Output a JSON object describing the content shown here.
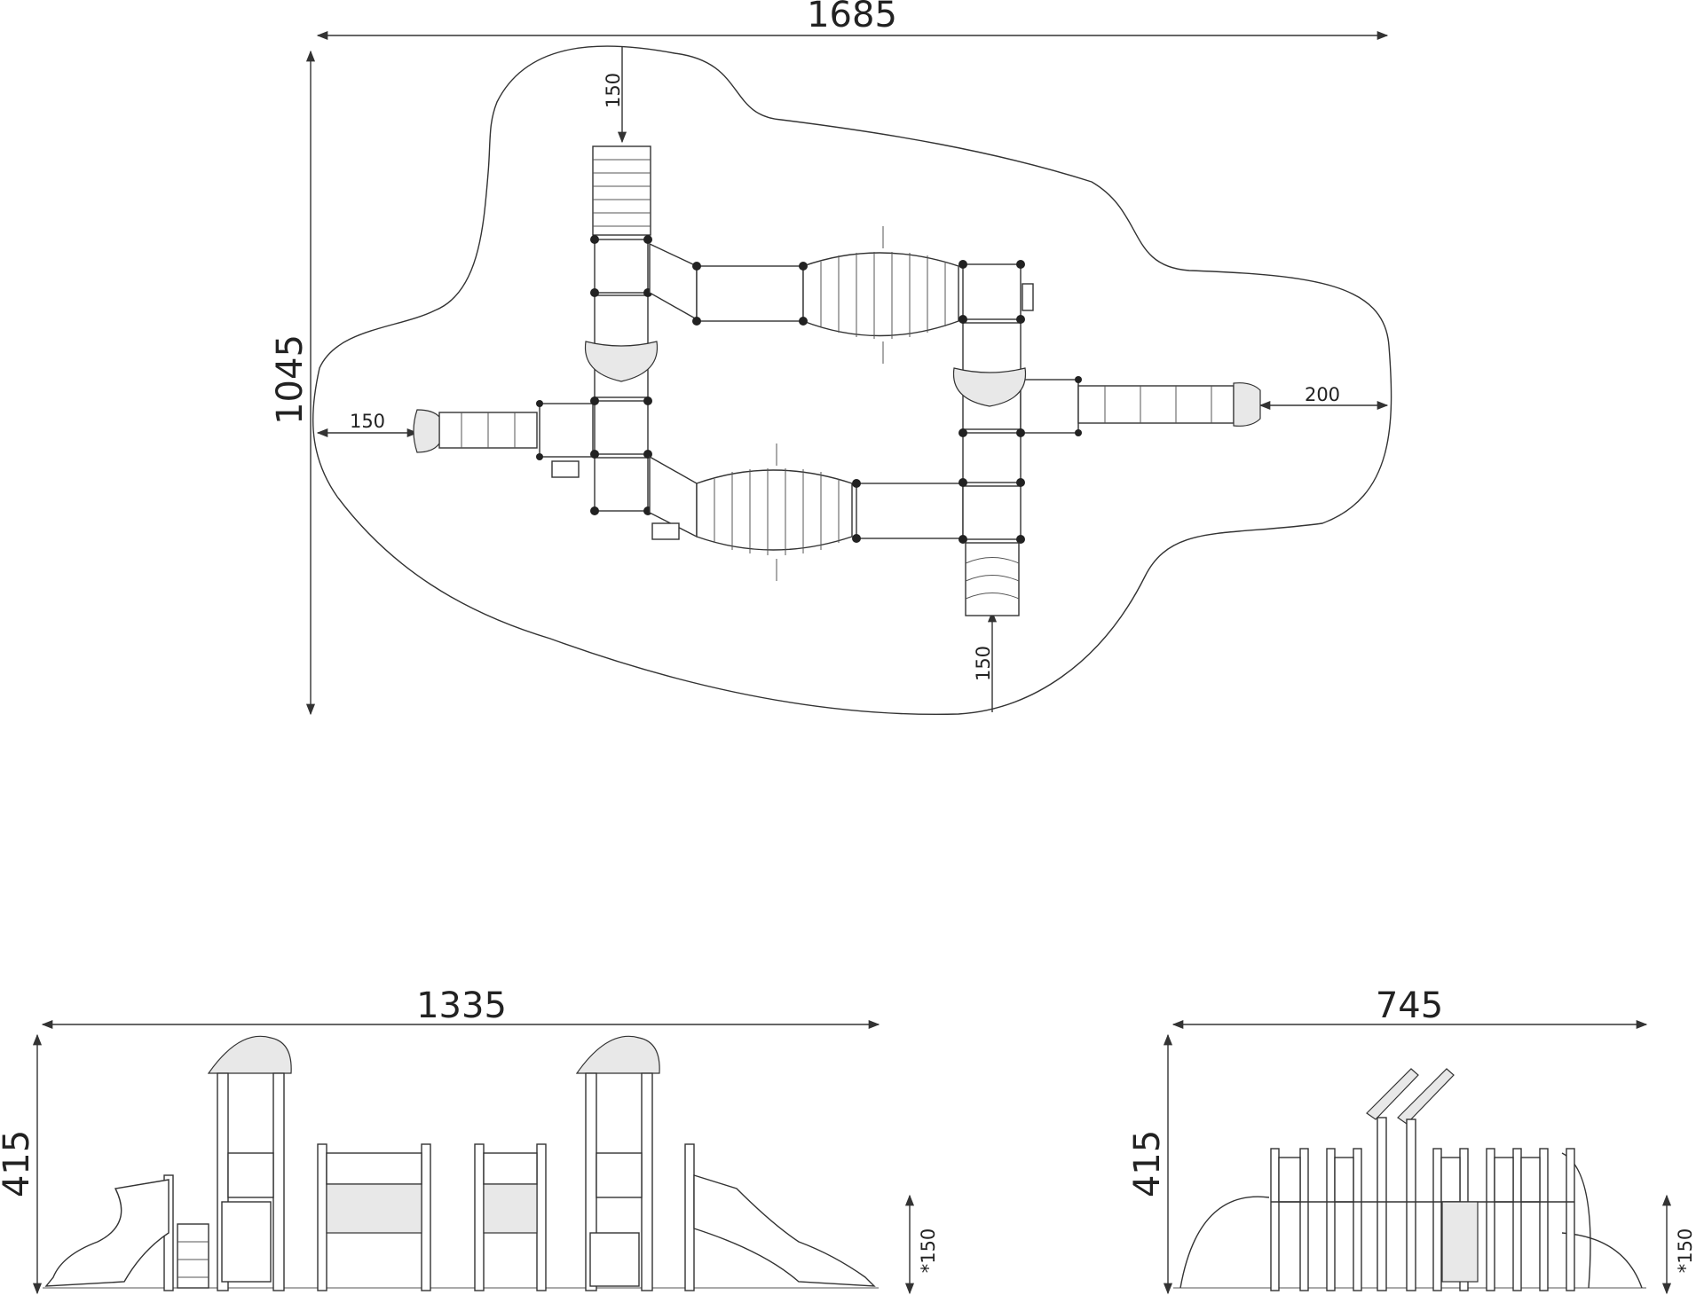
{
  "plan": {
    "width_label": "1685",
    "height_label": "1045",
    "clearance_top": "150",
    "clearance_left": "150",
    "clearance_right": "200",
    "clearance_bottom": "150"
  },
  "front_elevation": {
    "width_label": "1335",
    "height_label": "415",
    "fall_height_label": "*150"
  },
  "side_elevation": {
    "width_label": "745",
    "height_label": "415",
    "fall_height_label": "*150"
  }
}
